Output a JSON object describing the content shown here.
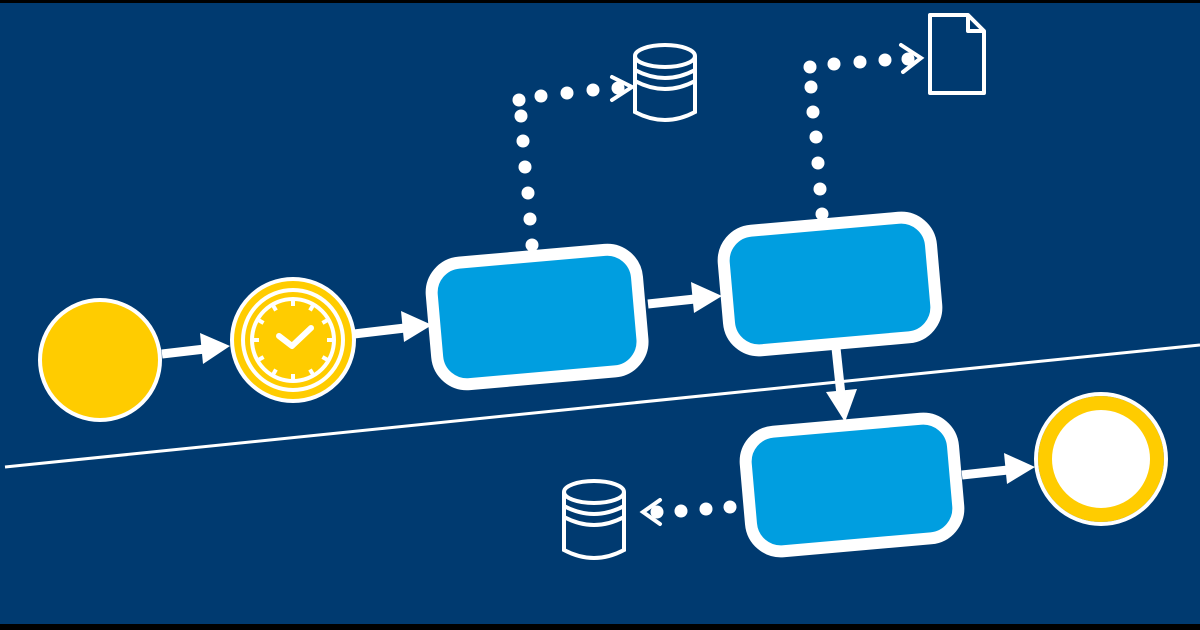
{
  "colors": {
    "background": "#003a70",
    "task_fill": "#009ee0",
    "event_yellow": "#ffcc00",
    "stroke": "#ffffff"
  },
  "elements": {
    "start_event": {
      "icon": "start-event-circle"
    },
    "timer_event": {
      "icon": "clock-icon"
    },
    "tasks": [
      {
        "icon": "task-box"
      },
      {
        "icon": "task-box"
      },
      {
        "icon": "task-box"
      }
    ],
    "end_event": {
      "icon": "end-event-circle"
    },
    "data_stores": [
      {
        "icon": "database-icon"
      },
      {
        "icon": "database-icon"
      }
    ],
    "data_object": {
      "icon": "document-icon"
    }
  }
}
